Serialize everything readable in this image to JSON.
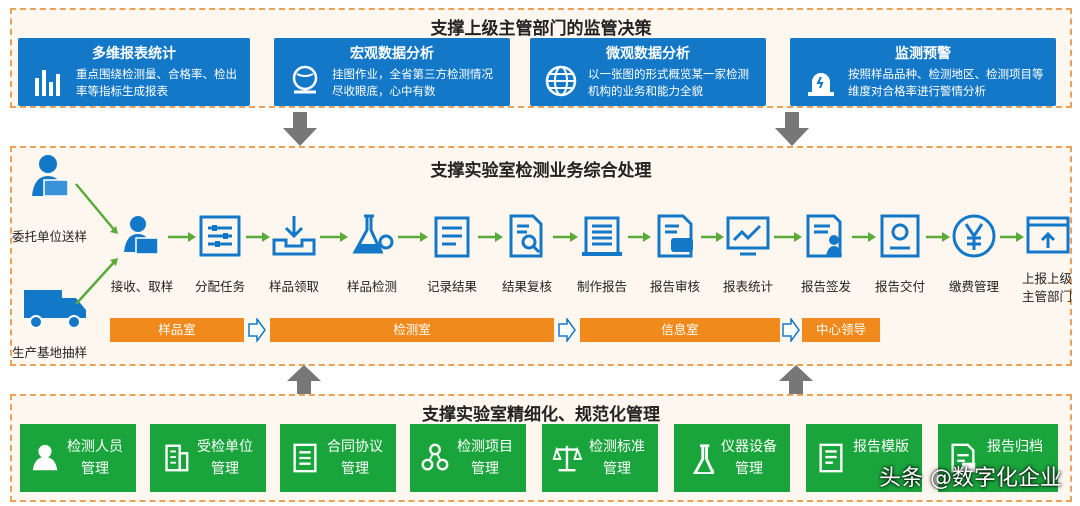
{
  "top": {
    "title": "支撑上级主管部门的监管决策",
    "cards": [
      {
        "title": "多维报表统计",
        "desc": "重点围绕检测量、合格率、检出率等指标生成报表",
        "icon": "bar-chart-icon"
      },
      {
        "title": "宏观数据分析",
        "desc": "挂图作业，全省第三方检测情况尽收眼底，心中有数",
        "icon": "globe-icon"
      },
      {
        "title": "微观数据分析",
        "desc": "以一张图的形式概览某一家检测机构的业务和能力全貌",
        "icon": "grid-globe-icon"
      },
      {
        "title": "监测预警",
        "desc": "按照样品品种、检测地区、检测项目等维度对合格率进行警情分析",
        "icon": "alarm-light-icon"
      }
    ]
  },
  "middle": {
    "title": "支撑实验室检测业务综合处理",
    "sources": [
      {
        "label": "委托单位送样",
        "icon": "person-box-icon"
      },
      {
        "label": "生产基地抽样",
        "icon": "truck-icon"
      }
    ],
    "steps": [
      {
        "label": "接收、取样",
        "icon": "person-box-icon"
      },
      {
        "label": "分配任务",
        "icon": "sliders-icon"
      },
      {
        "label": "样品领取",
        "icon": "inbox-icon"
      },
      {
        "label": "样品检测",
        "icon": "flask-icon"
      },
      {
        "label": "记录结果",
        "icon": "clipboard-icon"
      },
      {
        "label": "结果复核",
        "icon": "document-search-icon"
      },
      {
        "label": "制作报告",
        "icon": "scroll-icon"
      },
      {
        "label": "报告审核",
        "icon": "audit-icon"
      },
      {
        "label": "报表统计",
        "icon": "monitor-chart-icon"
      },
      {
        "label": "报告签发",
        "icon": "document-person-icon"
      },
      {
        "label": "报告交付",
        "icon": "certificate-icon"
      },
      {
        "label": "缴费管理",
        "icon": "yen-icon"
      },
      {
        "label": "上报上级主管部门",
        "icon": "browser-upload-icon"
      }
    ],
    "rooms": [
      {
        "label": "样品室"
      },
      {
        "label": "检测室"
      },
      {
        "label": "信息室"
      },
      {
        "label": "中心领导"
      }
    ]
  },
  "bottom": {
    "title": "支撑实验室精细化、规范化管理",
    "items": [
      {
        "label": "检测人员管理",
        "icon": "person-icon"
      },
      {
        "label": "受检单位管理",
        "icon": "building-icon"
      },
      {
        "label": "合同协议管理",
        "icon": "list-document-icon"
      },
      {
        "label": "检测项目管理",
        "icon": "nodes-icon"
      },
      {
        "label": "检测标准管理",
        "icon": "scale-icon"
      },
      {
        "label": "仪器设备管理",
        "icon": "flask-icon"
      },
      {
        "label": "报告模版",
        "icon": "template-icon"
      },
      {
        "label": "报告归档",
        "icon": "archive-icon"
      }
    ]
  },
  "watermark": "头条 @数字化企业",
  "colors": {
    "blue": "#1478c8",
    "orange": "#f08a1c",
    "green": "#1aa53c",
    "border": "#e8a25a",
    "arrow": "#5aaa3a"
  }
}
